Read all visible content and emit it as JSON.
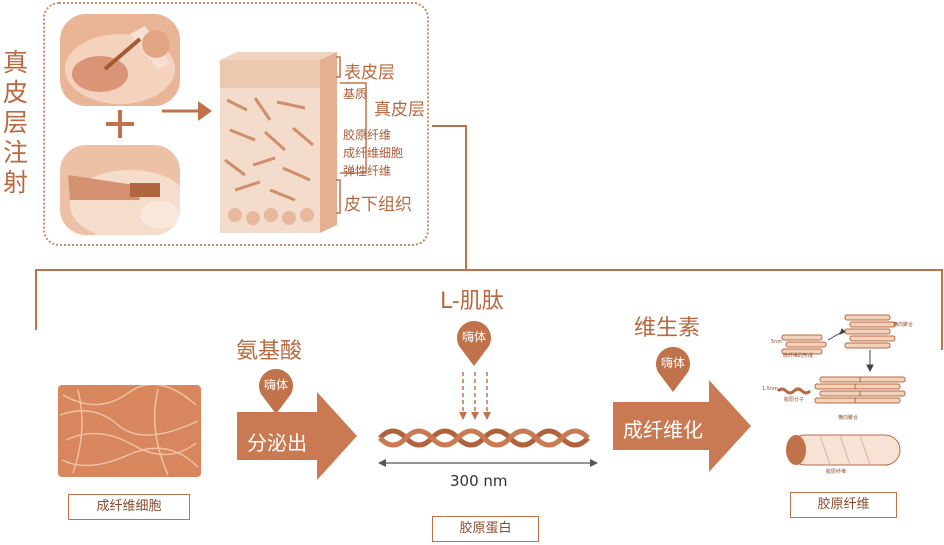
{
  "side_title": "真皮层注射",
  "skin": {
    "epidermis": "表皮层",
    "matrix": "基质",
    "dermis": "真皮层",
    "collagen_fiber": "胶原纤维",
    "fibroblast": "成纤维细胞",
    "elastic_fiber": "弹性纤维",
    "subcutaneous": "皮下组织"
  },
  "stage1": {
    "heading": "氨基酸",
    "enzyme": "嗨体",
    "arrow_label": "分泌出",
    "caption": "成纤维细胞"
  },
  "stage2": {
    "heading": "L-肌肽",
    "enzyme": "嗨体",
    "scale": "300 nm",
    "caption": "胶原蛋白"
  },
  "stage3": {
    "heading": "维生素",
    "enzyme": "嗨体",
    "arrow_label": "成纤维化",
    "caption": "胶原纤维",
    "mini_labels": [
      "5nm",
      "微纤维的形成",
      "横向聚合",
      "1.5nm",
      "胶原分子",
      "横向聚合",
      "胶原纤维"
    ]
  },
  "colors": {
    "accent": "#c0724a",
    "dark": "#8c4a2c",
    "light": "#f3d9c6"
  }
}
